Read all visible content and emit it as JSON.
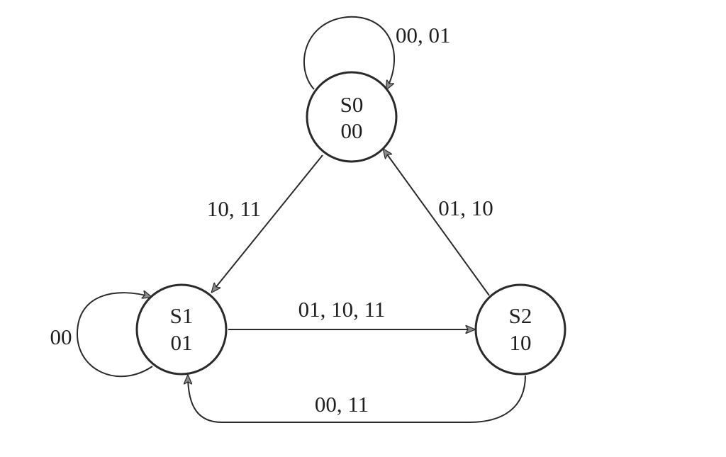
{
  "states": {
    "s0": {
      "name": "S0",
      "output": "00"
    },
    "s1": {
      "name": "S1",
      "output": "01"
    },
    "s2": {
      "name": "S2",
      "output": "10"
    }
  },
  "transitions": {
    "s0_self": "00, 01",
    "s0_to_s1": "10, 11",
    "s2_to_s0": "01, 10",
    "s1_self": "00",
    "s1_to_s2": "01, 10, 11",
    "s2_to_s1": "00, 11"
  },
  "colors": {
    "stroke": "#2a2a2a",
    "arrowhead": "#8a8a8a",
    "text": "#1f1f1f",
    "background": "#ffffff"
  }
}
